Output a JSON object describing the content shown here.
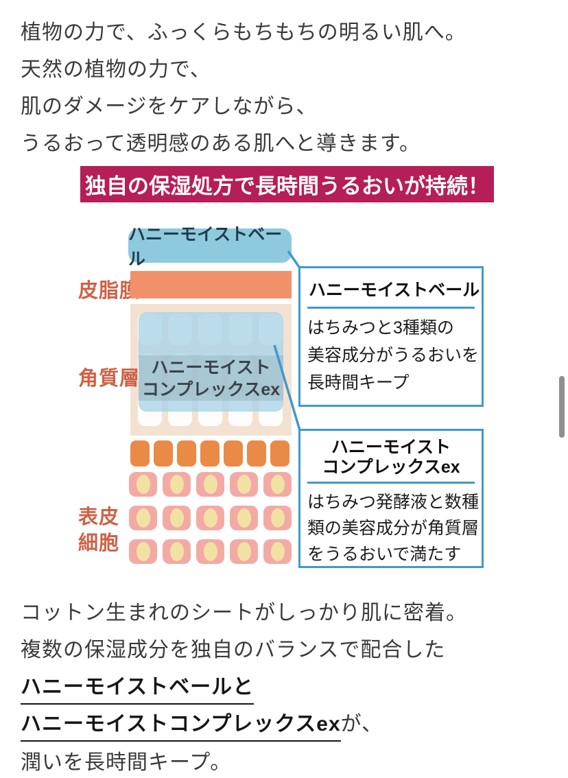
{
  "intro": {
    "lines": [
      "植物の力で、ふっくらもちもちの明るい肌へ。",
      "天然の植物の力で、",
      "肌のダメージをケアしながら、",
      "うるおって透明感のある肌へと導きます。"
    ]
  },
  "banner": {
    "text": "独自の保湿処方で長時間うるおいが持続！"
  },
  "diagram": {
    "veil_tag": "ハニーモイストベール",
    "labels": {
      "sebum": "皮脂膜",
      "corneum": "角質層",
      "epidermis1": "表皮",
      "epidermis2": "細胞"
    },
    "complex_overlay": {
      "line1": "ハニーモイスト",
      "line2": "コンプレックスex"
    },
    "callout_veil": {
      "title": "ハニーモイストベール",
      "body_lines": [
        "はちみつと3種類の",
        "美容成分がうるおいを",
        "長時間キープ"
      ]
    },
    "callout_complex": {
      "title_lines": [
        "ハニーモイスト",
        "コンプレックスex"
      ],
      "body_lines": [
        "はちみつ発酵液と数種",
        "類の美容成分が角質層",
        "をうるおいで満たす"
      ]
    },
    "grids": {
      "corneum": {
        "rows": 3,
        "cols": 5
      },
      "orange_cells": {
        "count": 7
      },
      "pink_cells": {
        "rows": 3,
        "cols": 5
      }
    },
    "colors": {
      "banner_bg": "#b51e56",
      "veil_tag_bg": "#8ecade",
      "sebum_bar": "#f0916b",
      "corneum_bg": "#f3e2d2",
      "overlay_blue": "#a9d3e7",
      "callout_border": "#3e99cc",
      "label_text": "#cd6247",
      "orange_cell": "#e98a47",
      "pink_cell": "#f3aaa5",
      "cell_nucleus": "#f1e2a3"
    }
  },
  "outro": {
    "line1": "コットン生まれのシートがしっかり肌に密着。",
    "line2": "複数の保湿成分を独自のバランスで配合した",
    "line3_em": "ハニーモイストベールと",
    "line4_em": "ハニーモイストコンプレックスex",
    "line4_rest": "が、",
    "line5": "潤いを長時間キープ。"
  }
}
